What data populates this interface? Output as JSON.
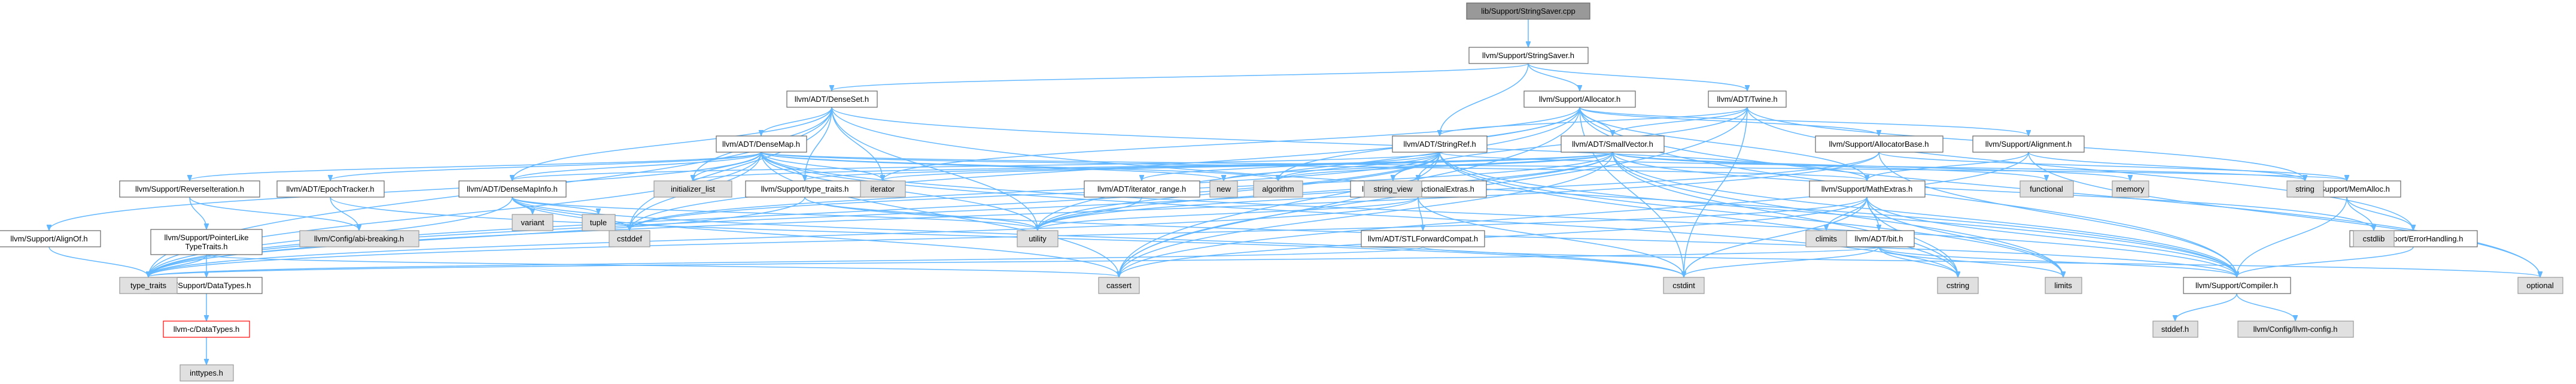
{
  "colors": {
    "root_fill": "#999999",
    "root_stroke": "#666666",
    "header_fill": "#ffffff",
    "header_stroke": "#666666",
    "system_fill": "#e0e0e0",
    "system_stroke": "#999999",
    "missing_fill": "#ffffff",
    "missing_stroke": "#ff0000",
    "edge": "#63b8ff"
  },
  "nodes": [
    {
      "id": "stringsaver_cpp",
      "lines": [
        "lib/Support/StringSaver.cpp"
      ],
      "kind": "root"
    },
    {
      "id": "stringsaver_h",
      "lines": [
        "llvm/Support/StringSaver.h"
      ],
      "kind": "header"
    },
    {
      "id": "denseset_h",
      "lines": [
        "llvm/ADT/DenseSet.h"
      ],
      "kind": "header"
    },
    {
      "id": "allocator_h",
      "lines": [
        "llvm/Support/Allocator.h"
      ],
      "kind": "header"
    },
    {
      "id": "twine_h",
      "lines": [
        "llvm/ADT/Twine.h"
      ],
      "kind": "header"
    },
    {
      "id": "densemap_h",
      "lines": [
        "llvm/ADT/DenseMap.h"
      ],
      "kind": "header"
    },
    {
      "id": "stringref_h",
      "lines": [
        "llvm/ADT/StringRef.h"
      ],
      "kind": "header"
    },
    {
      "id": "smallvector_h",
      "lines": [
        "llvm/ADT/SmallVector.h"
      ],
      "kind": "header"
    },
    {
      "id": "allocatorbase_h",
      "lines": [
        "llvm/Support/AllocatorBase.h"
      ],
      "kind": "header"
    },
    {
      "id": "alignment_h",
      "lines": [
        "llvm/Support/Alignment.h"
      ],
      "kind": "header"
    },
    {
      "id": "reverseiteration_h",
      "lines": [
        "llvm/Support/ReverseIteration.h"
      ],
      "kind": "header"
    },
    {
      "id": "epochtracker_h",
      "lines": [
        "llvm/ADT/EpochTracker.h"
      ],
      "kind": "header"
    },
    {
      "id": "densemapinfo_h",
      "lines": [
        "llvm/ADT/DenseMapInfo.h"
      ],
      "kind": "header"
    },
    {
      "id": "iterator_range_h",
      "lines": [
        "llvm/ADT/iterator_range.h"
      ],
      "kind": "header"
    },
    {
      "id": "stlfunctionalextras_h",
      "lines": [
        "llvm/ADT/STLFunctionalExtras.h"
      ],
      "kind": "header"
    },
    {
      "id": "type_traits_h",
      "lines": [
        "llvm/Support/type_traits.h"
      ],
      "kind": "header"
    },
    {
      "id": "mathextras_h",
      "lines": [
        "llvm/Support/MathExtras.h"
      ],
      "kind": "header"
    },
    {
      "id": "memalloc_h",
      "lines": [
        "llvm/Support/MemAlloc.h"
      ],
      "kind": "header"
    },
    {
      "id": "alignof_h",
      "lines": [
        "llvm/Support/AlignOf.h"
      ],
      "kind": "header"
    },
    {
      "id": "pointerlike_h",
      "lines": [
        "llvm/Support/PointerLike",
        "TypeTraits.h"
      ],
      "kind": "header"
    },
    {
      "id": "abi_breaking_h",
      "lines": [
        "llvm/Config/abi-breaking.h"
      ],
      "kind": "system"
    },
    {
      "id": "stlforwardcompat_h",
      "lines": [
        "llvm/ADT/STLForwardCompat.h"
      ],
      "kind": "header"
    },
    {
      "id": "bit_h",
      "lines": [
        "llvm/ADT/bit.h"
      ],
      "kind": "header"
    },
    {
      "id": "errorhandling_h",
      "lines": [
        "llvm/Support/ErrorHandling.h"
      ],
      "kind": "header"
    },
    {
      "id": "datatypes_h",
      "lines": [
        "llvm/Support/DataTypes.h"
      ],
      "kind": "header"
    },
    {
      "id": "llvmc_datatypes_h",
      "lines": [
        "llvm-c/DataTypes.h"
      ],
      "kind": "missing"
    },
    {
      "id": "inttypes_h",
      "lines": [
        "inttypes.h"
      ],
      "kind": "system"
    },
    {
      "id": "compiler_h",
      "lines": [
        "llvm/Support/Compiler.h"
      ],
      "kind": "header"
    },
    {
      "id": "stddef_h",
      "lines": [
        "stddef.h"
      ],
      "kind": "system"
    },
    {
      "id": "llvm_config_h",
      "lines": [
        "llvm/Config/llvm-config.h"
      ],
      "kind": "system"
    },
    {
      "id": "initializer_list",
      "lines": [
        "initializer_list"
      ],
      "kind": "system"
    },
    {
      "id": "iterator",
      "lines": [
        "iterator"
      ],
      "kind": "system"
    },
    {
      "id": "new",
      "lines": [
        "new"
      ],
      "kind": "system"
    },
    {
      "id": "algorithm",
      "lines": [
        "algorithm"
      ],
      "kind": "system"
    },
    {
      "id": "string_view",
      "lines": [
        "string_view"
      ],
      "kind": "system"
    },
    {
      "id": "functional",
      "lines": [
        "functional"
      ],
      "kind": "system"
    },
    {
      "id": "memory",
      "lines": [
        "memory"
      ],
      "kind": "system"
    },
    {
      "id": "string",
      "lines": [
        "string"
      ],
      "kind": "system"
    },
    {
      "id": "optional",
      "lines": [
        "optional"
      ],
      "kind": "system"
    },
    {
      "id": "variant",
      "lines": [
        "variant"
      ],
      "kind": "system"
    },
    {
      "id": "tuple",
      "lines": [
        "tuple"
      ],
      "kind": "system"
    },
    {
      "id": "cstddef",
      "lines": [
        "cstddef"
      ],
      "kind": "system"
    },
    {
      "id": "utility",
      "lines": [
        "utility"
      ],
      "kind": "system"
    },
    {
      "id": "cstdlib",
      "lines": [
        "cstdlib"
      ],
      "kind": "system"
    },
    {
      "id": "climits",
      "lines": [
        "climits"
      ],
      "kind": "system"
    },
    {
      "id": "type_traits",
      "lines": [
        "type_traits"
      ],
      "kind": "system"
    },
    {
      "id": "cassert",
      "lines": [
        "cassert"
      ],
      "kind": "system"
    },
    {
      "id": "cstdint",
      "lines": [
        "cstdint"
      ],
      "kind": "system"
    },
    {
      "id": "cstring",
      "lines": [
        "cstring"
      ],
      "kind": "system"
    },
    {
      "id": "limits",
      "lines": [
        "limits"
      ],
      "kind": "system"
    }
  ],
  "edges": [
    [
      "stringsaver_cpp",
      "stringsaver_h"
    ],
    [
      "stringsaver_h",
      "denseset_h"
    ],
    [
      "stringsaver_h",
      "allocator_h"
    ],
    [
      "stringsaver_h",
      "twine_h"
    ],
    [
      "stringsaver_h",
      "stringref_h"
    ],
    [
      "denseset_h",
      "densemap_h"
    ],
    [
      "denseset_h",
      "densemapinfo_h"
    ],
    [
      "denseset_h",
      "type_traits_h"
    ],
    [
      "denseset_h",
      "initializer_list"
    ],
    [
      "denseset_h",
      "iterator"
    ],
    [
      "denseset_h",
      "cstddef"
    ],
    [
      "denseset_h",
      "utility"
    ],
    [
      "denseset_h",
      "type_traits"
    ],
    [
      "denseset_h",
      "compiler_h"
    ],
    [
      "denseset_h",
      "mathextras_h"
    ],
    [
      "densemap_h",
      "densemapinfo_h"
    ],
    [
      "densemap_h",
      "epochtracker_h"
    ],
    [
      "densemap_h",
      "alignof_h"
    ],
    [
      "densemap_h",
      "reverseiteration_h"
    ],
    [
      "densemap_h",
      "type_traits_h"
    ],
    [
      "densemap_h",
      "mathextras_h"
    ],
    [
      "densemap_h",
      "memalloc_h"
    ],
    [
      "densemap_h",
      "compiler_h"
    ],
    [
      "densemap_h",
      "algorithm"
    ],
    [
      "densemap_h",
      "cassert"
    ],
    [
      "densemap_h",
      "cstddef"
    ],
    [
      "densemap_h",
      "cstring"
    ],
    [
      "densemap_h",
      "initializer_list"
    ],
    [
      "densemap_h",
      "iterator"
    ],
    [
      "densemap_h",
      "new"
    ],
    [
      "densemap_h",
      "type_traits"
    ],
    [
      "densemap_h",
      "utility"
    ],
    [
      "allocator_h",
      "smallvector_h"
    ],
    [
      "allocator_h",
      "allocatorbase_h"
    ],
    [
      "allocator_h",
      "alignment_h"
    ],
    [
      "allocator_h",
      "mathextras_h"
    ],
    [
      "allocator_h",
      "compiler_h"
    ],
    [
      "allocator_h",
      "algorithm"
    ],
    [
      "allocator_h",
      "cassert"
    ],
    [
      "allocator_h",
      "cstddef"
    ],
    [
      "allocator_h",
      "cstdint"
    ],
    [
      "allocator_h",
      "iterator"
    ],
    [
      "allocator_h",
      "optional"
    ],
    [
      "allocator_h",
      "utility"
    ],
    [
      "twine_h",
      "smallvector_h"
    ],
    [
      "twine_h",
      "stringref_h"
    ],
    [
      "twine_h",
      "errorhandling_h"
    ],
    [
      "twine_h",
      "cassert"
    ],
    [
      "twine_h",
      "cstdint"
    ],
    [
      "twine_h",
      "string"
    ],
    [
      "twine_h",
      "string_view"
    ],
    [
      "stringref_h",
      "densemapinfo_h"
    ],
    [
      "stringref_h",
      "stlfunctionalextras_h"
    ],
    [
      "stringref_h",
      "iterator_range_h"
    ],
    [
      "stringref_h",
      "compiler_h"
    ],
    [
      "stringref_h",
      "algorithm"
    ],
    [
      "stringref_h",
      "cassert"
    ],
    [
      "stringref_h",
      "cstddef"
    ],
    [
      "stringref_h",
      "cstring"
    ],
    [
      "stringref_h",
      "limits"
    ],
    [
      "stringref_h",
      "string"
    ],
    [
      "stringref_h",
      "string_view"
    ],
    [
      "stringref_h",
      "type_traits"
    ],
    [
      "stringref_h",
      "utility"
    ],
    [
      "smallvector_h",
      "compiler_h"
    ],
    [
      "smallvector_h",
      "type_traits_h"
    ],
    [
      "smallvector_h",
      "algorithm"
    ],
    [
      "smallvector_h",
      "cassert"
    ],
    [
      "smallvector_h",
      "cstddef"
    ],
    [
      "smallvector_h",
      "cstdlib"
    ],
    [
      "smallvector_h",
      "cstring"
    ],
    [
      "smallvector_h",
      "functional"
    ],
    [
      "smallvector_h",
      "initializer_list"
    ],
    [
      "smallvector_h",
      "iterator"
    ],
    [
      "smallvector_h",
      "limits"
    ],
    [
      "smallvector_h",
      "memory"
    ],
    [
      "smallvector_h",
      "new"
    ],
    [
      "smallvector_h",
      "type_traits"
    ],
    [
      "smallvector_h",
      "utility"
    ],
    [
      "allocatorbase_h",
      "compiler_h"
    ],
    [
      "allocatorbase_h",
      "memalloc_h"
    ],
    [
      "allocatorbase_h",
      "type_traits"
    ],
    [
      "allocatorbase_h",
      "utility"
    ],
    [
      "alignment_h",
      "mathextras_h"
    ],
    [
      "alignment_h",
      "cassert"
    ],
    [
      "alignment_h",
      "optional"
    ],
    [
      "alignment_h",
      "string"
    ],
    [
      "reverseiteration_h",
      "pointerlike_h"
    ],
    [
      "reverseiteration_h",
      "abi_breaking_h"
    ],
    [
      "epochtracker_h",
      "abi_breaking_h"
    ],
    [
      "epochtracker_h",
      "cstdint"
    ],
    [
      "densemapinfo_h",
      "cassert"
    ],
    [
      "densemapinfo_h",
      "cstddef"
    ],
    [
      "densemapinfo_h",
      "cstdint"
    ],
    [
      "densemapinfo_h",
      "tuple"
    ],
    [
      "densemapinfo_h",
      "type_traits"
    ],
    [
      "densemapinfo_h",
      "utility"
    ],
    [
      "densemapinfo_h",
      "variant"
    ],
    [
      "iterator_range_h",
      "utility"
    ],
    [
      "stlfunctionalextras_h",
      "stlforwardcompat_h"
    ],
    [
      "stlfunctionalextras_h",
      "cstdint"
    ],
    [
      "stlfunctionalextras_h",
      "type_traits"
    ],
    [
      "stlfunctionalextras_h",
      "utility"
    ],
    [
      "stlforwardcompat_h",
      "optional"
    ],
    [
      "stlforwardcompat_h",
      "type_traits"
    ],
    [
      "type_traits_h",
      "compiler_h"
    ],
    [
      "type_traits_h",
      "type_traits"
    ],
    [
      "type_traits_h",
      "utility"
    ],
    [
      "mathextras_h",
      "bit_h"
    ],
    [
      "mathextras_h",
      "compiler_h"
    ],
    [
      "mathextras_h",
      "cassert"
    ],
    [
      "mathextras_h",
      "climits"
    ],
    [
      "mathextras_h",
      "cstdint"
    ],
    [
      "mathextras_h",
      "cstring"
    ],
    [
      "mathextras_h",
      "limits"
    ],
    [
      "mathextras_h",
      "type_traits"
    ],
    [
      "bit_h",
      "compiler_h"
    ],
    [
      "bit_h",
      "cstdint"
    ],
    [
      "bit_h",
      "limits"
    ],
    [
      "bit_h",
      "type_traits"
    ],
    [
      "bit_h",
      "cstring"
    ],
    [
      "memalloc_h",
      "compiler_h"
    ],
    [
      "memalloc_h",
      "errorhandling_h"
    ],
    [
      "memalloc_h",
      "cstdlib"
    ],
    [
      "errorhandling_h",
      "compiler_h"
    ],
    [
      "alignof_h",
      "type_traits"
    ],
    [
      "pointerlike_h",
      "datatypes_h"
    ],
    [
      "pointerlike_h",
      "cassert"
    ],
    [
      "pointerlike_h",
      "type_traits"
    ],
    [
      "datatypes_h",
      "llvmc_datatypes_h"
    ],
    [
      "llvmc_datatypes_h",
      "inttypes_h"
    ],
    [
      "compiler_h",
      "llvm_config_h"
    ],
    [
      "compiler_h",
      "stddef_h"
    ]
  ]
}
